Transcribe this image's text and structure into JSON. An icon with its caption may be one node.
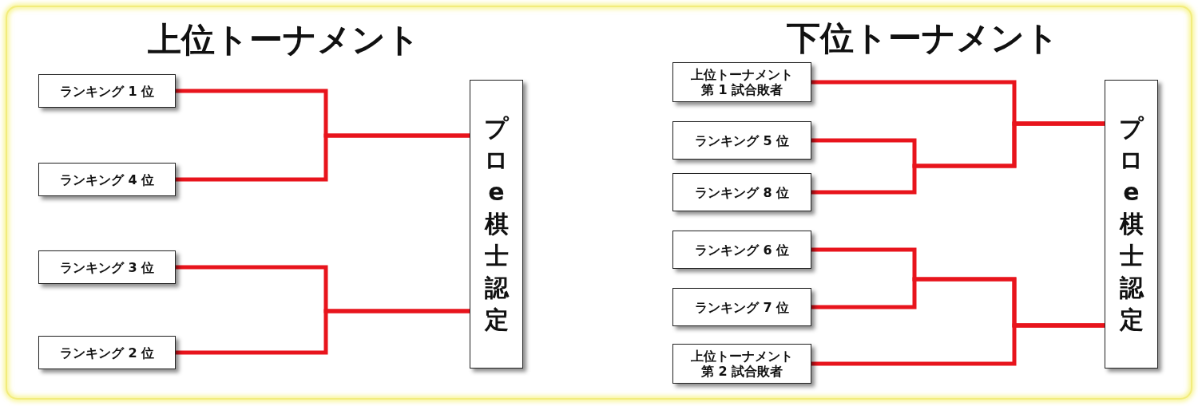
{
  "diagram": {
    "nodes": [
      {
        "text": [
          "ランキング 1 位"
        ]
      },
      {
        "text": [
          "ランキング 4 位"
        ]
      },
      {
        "text": [
          "ランキング 3 位"
        ]
      },
      {
        "text": [
          "ランキング 2 位"
        ]
      },
      {
        "text": [
          "プロe棋士認定"
        ]
      },
      {
        "text": [
          "上位トーナメント第 1 試合敗者"
        ]
      },
      {
        "text": [
          "ランキング 5 位"
        ]
      },
      {
        "text": [
          "ランキング 8 位"
        ]
      },
      {
        "text": [
          "ランキング 6 位"
        ]
      },
      {
        "text": [
          "ランキング 7 位"
        ]
      },
      {
        "text": [
          "上位トーナメント第 2 試合敗者"
        ]
      },
      {
        "text": [
          "プロe棋士認定"
        ]
      }
    ],
    "edges": [
      {
        "from": 0,
        "to": 4,
        "arrow": "none"
      },
      {
        "from": 1,
        "to": 4,
        "arrow": "none"
      },
      {
        "from": 2,
        "to": 4,
        "arrow": "none"
      },
      {
        "from": 3,
        "to": 4,
        "arrow": "none"
      },
      {
        "from": 5,
        "to": 11,
        "arrow": "none"
      },
      {
        "from": 6,
        "to": 11,
        "arrow": "none"
      },
      {
        "from": 7,
        "to": 11,
        "arrow": "none"
      },
      {
        "from": 8,
        "to": 11,
        "arrow": "none"
      },
      {
        "from": 9,
        "to": 11,
        "arrow": "none"
      },
      {
        "from": 10,
        "to": 11,
        "arrow": "none"
      }
    ],
    "labels": [
      "上位トーナメント",
      "下位トーナメント"
    ]
  }
}
